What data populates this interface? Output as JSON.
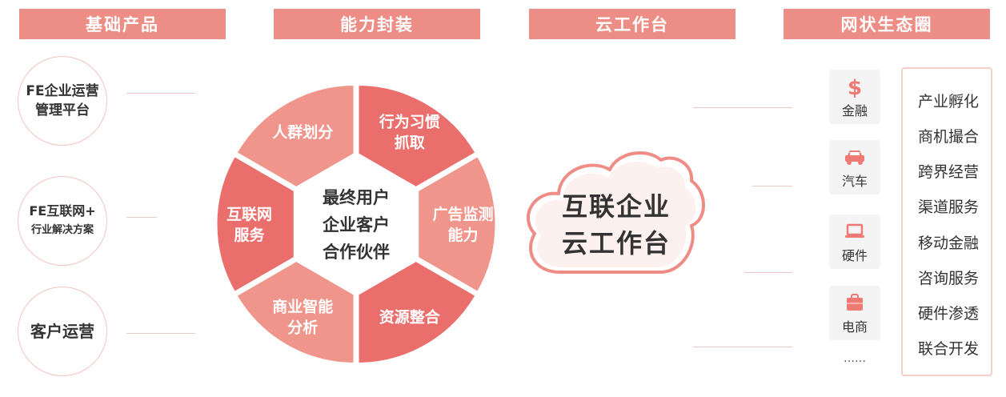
{
  "headers": [
    "基础产品",
    "能力封装",
    "云工作台",
    "网状生态圈"
  ],
  "products": [
    {
      "lines": [
        "FE企业运营",
        "管理平台"
      ]
    },
    {
      "lines": [
        "FE互联网+",
        "行业解决方案"
      ]
    },
    {
      "lines": [
        "客户运营"
      ]
    }
  ],
  "hexagon": {
    "center": [
      "最终用户",
      "企业客户",
      "合作伙伴"
    ],
    "segments": [
      {
        "lines": [
          "行为习惯",
          "抓取"
        ],
        "color": "#ea6e6c"
      },
      {
        "lines": [
          "广告监测",
          "能力"
        ],
        "color": "#ef958b"
      },
      {
        "lines": [
          "资源整合"
        ],
        "color": "#ea6e6c"
      },
      {
        "lines": [
          "商业智能",
          "分析"
        ],
        "color": "#ef958b"
      },
      {
        "lines": [
          "互联网",
          "服务"
        ],
        "color": "#ea6e6c"
      },
      {
        "lines": [
          "人群划分"
        ],
        "color": "#ef958b"
      }
    ]
  },
  "cloud": {
    "lines": [
      "互联企业",
      "云工作台"
    ],
    "color": "#ef8c85"
  },
  "ecosystem": [
    {
      "label": "金融",
      "icon": "dollar-icon"
    },
    {
      "label": "汽车",
      "icon": "car-icon"
    },
    {
      "label": "硬件",
      "icon": "laptop-icon"
    },
    {
      "label": "电商",
      "icon": "shopping-bag-icon"
    }
  ],
  "ecosystem_more": "……",
  "services": [
    "产业孵化",
    "商机撮合",
    "跨界经营",
    "渠道服务",
    "移动金融",
    "咨询服务",
    "硬件渗透",
    "联合开发"
  ],
  "colors": {
    "header": "#ec8e85",
    "accent": "#ea6e6c",
    "accent_light": "#ef958b",
    "icon": "#ee7b73"
  }
}
